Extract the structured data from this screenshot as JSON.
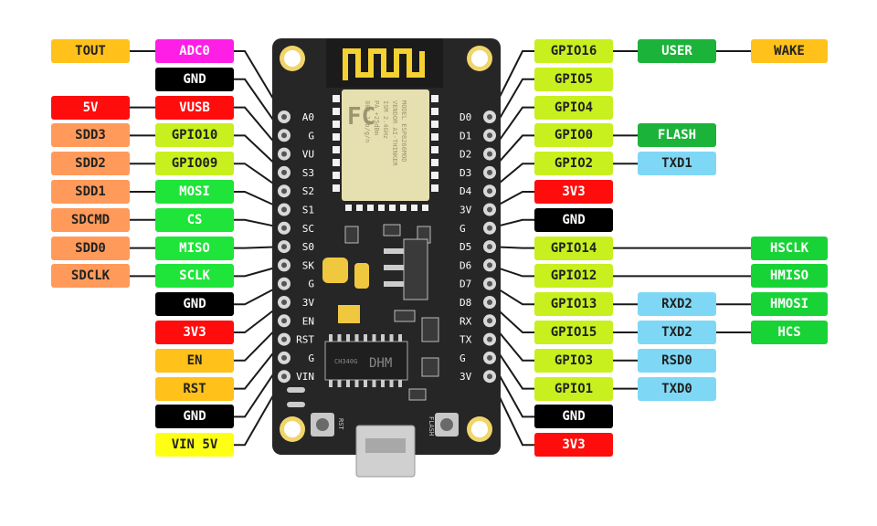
{
  "colors": {
    "tout": "#ffc11a",
    "adc": "#ff1ee6",
    "gnd": "#000000",
    "power5v": "#ff0d0d",
    "sdd": "#ff9a5a",
    "gpio": "#c8f01e",
    "spi": "#1fe43a",
    "power3v3": "#ff0d0d",
    "control": "#ffc11a",
    "vin": "#ffff14",
    "hspi": "#18d336",
    "uart": "#7ed8f5",
    "user": "#1cb33a",
    "board": "#262626",
    "header_pad": "#d9d9d9"
  },
  "board": {
    "left_pin_names": [
      "A0",
      "G",
      "VU",
      "S3",
      "S2",
      "S1",
      "SC",
      "S0",
      "SK",
      "G",
      "3V",
      "EN",
      "RST",
      "G",
      "VIN"
    ],
    "right_pin_names": [
      "D0",
      "D1",
      "D2",
      "D3",
      "D4",
      "3V",
      "G",
      "D5",
      "D6",
      "D7",
      "D8",
      "RX",
      "TX",
      "G",
      "3V"
    ],
    "module_text": [
      "MODEL ESP8266MOD",
      "VENDOR AI-THINKER",
      "ISM 2.4GHz",
      "PA +25dBm",
      "802.11b/g/n"
    ],
    "module_logo": "FC",
    "chip_text": [
      "CH340G",
      "DHM"
    ],
    "rst_button_label": "RST",
    "flash_button_label": "FLASH"
  },
  "left_labels": [
    {
      "text": "TOUT",
      "color": "tout",
      "col": 0,
      "row": 0
    },
    {
      "text": "ADC0",
      "color": "adc",
      "col": 1,
      "row": 0
    },
    {
      "text": "GND",
      "color": "gnd",
      "col": 1,
      "row": 1
    },
    {
      "text": "5V",
      "color": "power5v",
      "col": 0,
      "row": 2
    },
    {
      "text": "VUSB",
      "color": "power5v",
      "col": 1,
      "row": 2
    },
    {
      "text": "SDD3",
      "color": "sdd",
      "col": 0,
      "row": 3
    },
    {
      "text": "GPIO10",
      "color": "gpio",
      "col": 1,
      "row": 3
    },
    {
      "text": "SDD2",
      "color": "sdd",
      "col": 0,
      "row": 4
    },
    {
      "text": "GPIO09",
      "color": "gpio",
      "col": 1,
      "row": 4
    },
    {
      "text": "SDD1",
      "color": "sdd",
      "col": 0,
      "row": 5
    },
    {
      "text": "MOSI",
      "color": "spi",
      "col": 1,
      "row": 5
    },
    {
      "text": "SDCMD",
      "color": "sdd",
      "col": 0,
      "row": 6
    },
    {
      "text": "CS",
      "color": "spi",
      "col": 1,
      "row": 6
    },
    {
      "text": "SDD0",
      "color": "sdd",
      "col": 0,
      "row": 7
    },
    {
      "text": "MISO",
      "color": "spi",
      "col": 1,
      "row": 7
    },
    {
      "text": "SDCLK",
      "color": "sdd",
      "col": 0,
      "row": 8
    },
    {
      "text": "SCLK",
      "color": "spi",
      "col": 1,
      "row": 8
    },
    {
      "text": "GND",
      "color": "gnd",
      "col": 1,
      "row": 9
    },
    {
      "text": "3V3",
      "color": "power3v3",
      "col": 1,
      "row": 10
    },
    {
      "text": "EN",
      "color": "control",
      "col": 1,
      "row": 11
    },
    {
      "text": "RST",
      "color": "control",
      "col": 1,
      "row": 12
    },
    {
      "text": "GND",
      "color": "gnd",
      "col": 1,
      "row": 13
    },
    {
      "text": "VIN 5V",
      "color": "vin",
      "col": 1,
      "row": 14
    }
  ],
  "right_labels": [
    {
      "text": "GPIO16",
      "color": "gpio",
      "col": 0,
      "row": 0
    },
    {
      "text": "USER",
      "color": "user",
      "col": 1,
      "row": 0
    },
    {
      "text": "WAKE",
      "color": "tout",
      "col": 2,
      "row": 0
    },
    {
      "text": "GPIO5",
      "color": "gpio",
      "col": 0,
      "row": 1
    },
    {
      "text": "GPIO4",
      "color": "gpio",
      "col": 0,
      "row": 2
    },
    {
      "text": "GPIO0",
      "color": "gpio",
      "col": 0,
      "row": 3
    },
    {
      "text": "FLASH",
      "color": "user",
      "col": 1,
      "row": 3
    },
    {
      "text": "GPIO2",
      "color": "gpio",
      "col": 0,
      "row": 4
    },
    {
      "text": "TXD1",
      "color": "uart",
      "col": 1,
      "row": 4
    },
    {
      "text": "3V3",
      "color": "power3v3",
      "col": 0,
      "row": 5
    },
    {
      "text": "GND",
      "color": "gnd",
      "col": 0,
      "row": 6
    },
    {
      "text": "GPIO14",
      "color": "gpio",
      "col": 0,
      "row": 7
    },
    {
      "text": "HSCLK",
      "color": "hspi",
      "col": 2,
      "row": 7
    },
    {
      "text": "GPIO12",
      "color": "gpio",
      "col": 0,
      "row": 8
    },
    {
      "text": "HMISO",
      "color": "hspi",
      "col": 2,
      "row": 8
    },
    {
      "text": "GPIO13",
      "color": "gpio",
      "col": 0,
      "row": 9
    },
    {
      "text": "RXD2",
      "color": "uart",
      "col": 1,
      "row": 9
    },
    {
      "text": "HMOSI",
      "color": "hspi",
      "col": 2,
      "row": 9
    },
    {
      "text": "GPIO15",
      "color": "gpio",
      "col": 0,
      "row": 10
    },
    {
      "text": "TXD2",
      "color": "uart",
      "col": 1,
      "row": 10
    },
    {
      "text": "HCS",
      "color": "hspi",
      "col": 2,
      "row": 10
    },
    {
      "text": "GPIO3",
      "color": "gpio",
      "col": 0,
      "row": 11
    },
    {
      "text": "RSD0",
      "color": "uart",
      "col": 1,
      "row": 11
    },
    {
      "text": "GPIO1",
      "color": "gpio",
      "col": 0,
      "row": 12
    },
    {
      "text": "TXD0",
      "color": "uart",
      "col": 1,
      "row": 12
    },
    {
      "text": "GND",
      "color": "gnd",
      "col": 0,
      "row": 13
    },
    {
      "text": "3V3",
      "color": "power3v3",
      "col": 0,
      "row": 14
    }
  ]
}
